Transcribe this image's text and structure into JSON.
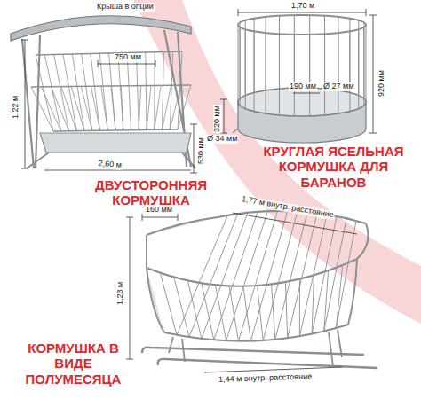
{
  "diagram": {
    "labels": [
      "Крыша в опции",
      "750 мм",
      "1,22 м",
      "530 мм",
      "2,60 м",
      "ДВУСТОРОННЯЯ КОРМУШКА",
      "1,70 м",
      "920 мм",
      "320 мм",
      "190 мм",
      "Ø 27 мм",
      "Ø 34 мм",
      "КРУГЛАЯ ЯСЕЛЬНАЯ КОРМУШКА ДЛЯ БАРАНОВ",
      "160 мм",
      "1,77 м внутр. расстояние",
      "1,23 м",
      "1,44 м внутр. расстояние",
      "КОРМУШКА В ВИДЕ ПОЛУМЕСЯЦА"
    ]
  }
}
